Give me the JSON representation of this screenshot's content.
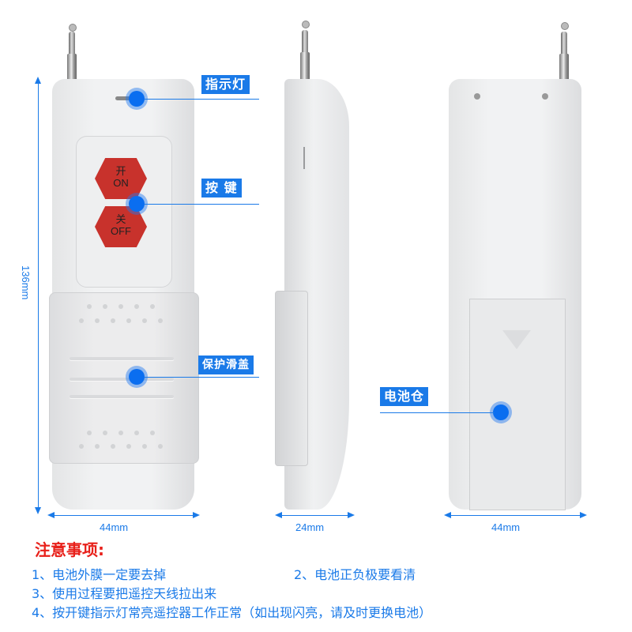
{
  "dimensions": {
    "height_front": "136mm",
    "width_front": "44mm",
    "depth_side": "24mm",
    "width_back": "44mm"
  },
  "buttons": {
    "on": {
      "cn": "开",
      "en": "ON"
    },
    "off": {
      "cn": "关",
      "en": "OFF"
    }
  },
  "callouts": {
    "indicator": "指示灯",
    "keys": "按 键",
    "cover": "保护滑盖",
    "battery": "电池仓"
  },
  "notes": {
    "title": "注意事项:",
    "items": [
      "1、电池外膜一定要去掉",
      "2、电池正负极要看清",
      "3、使用过程要把遥控天线拉出来",
      "4、按开键指示灯常亮遥控器工作正常（如出现闪亮，请及时更换电池）"
    ]
  },
  "colors": {
    "accent_blue": "#1a7ae8",
    "warning_red": "#e8201a",
    "button_red": "#c8322c"
  }
}
